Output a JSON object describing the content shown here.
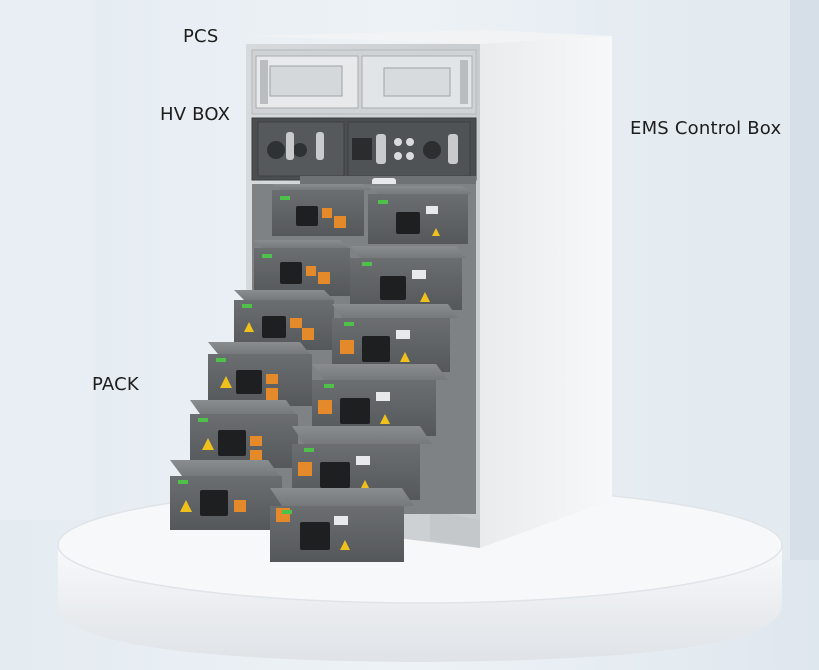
{
  "labels": {
    "pcs": "PCS",
    "hv_box": "HV BOX",
    "ems": "EMS Control Box",
    "pack": "PACK"
  },
  "colors": {
    "background": "#eaf0f5",
    "cabinet": "#dcdfe2",
    "pack_body": "#6e7174",
    "accent_orange": "#e58a2a",
    "accent_green": "#4fc04a",
    "warning_yellow": "#f0c01d"
  }
}
